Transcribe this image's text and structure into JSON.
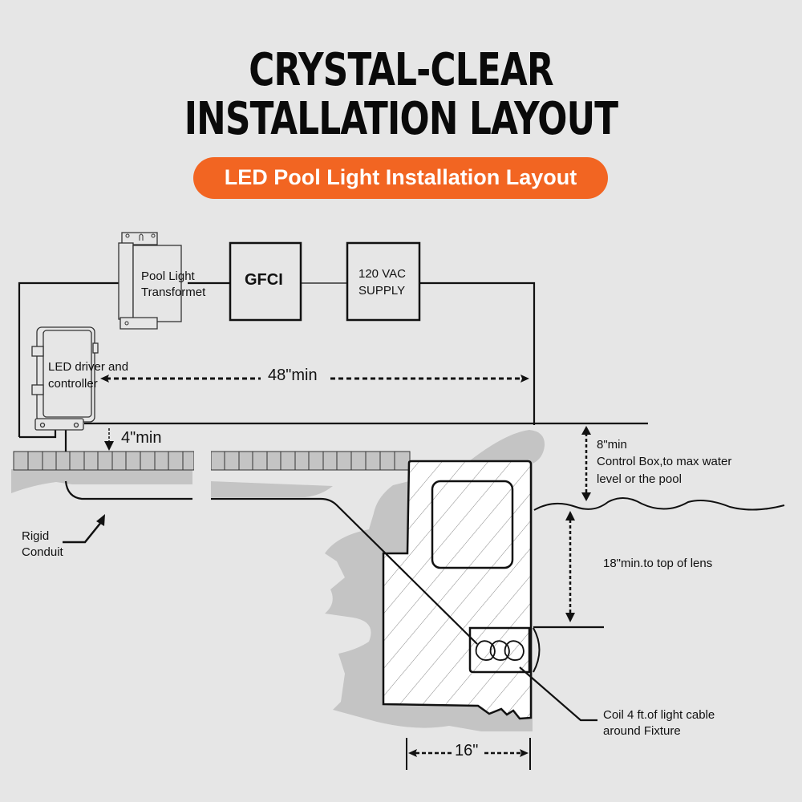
{
  "header": {
    "title_line1": "CRYSTAL-CLEAR",
    "title_line2": "INSTALLATION LAYOUT",
    "subtitle_pill": "LED Pool Light Installation Layout"
  },
  "colors": {
    "background": "#e6e6e6",
    "accent_orange": "#f26522",
    "soil_gray": "#c4c4c4",
    "line": "#111111"
  },
  "components": {
    "transformer": {
      "line1": "Pool Light",
      "line2": "Transformet"
    },
    "gfci": {
      "label": "GFCI"
    },
    "supply": {
      "line1": "120 VAC",
      "line2": "SUPPLY"
    },
    "driver": {
      "line1": "LED driver and",
      "line2": "controller"
    }
  },
  "dimensions": {
    "horizontal_distance": "48\"min",
    "conduit_depth": "4\"min",
    "control_box_height": "8\"min",
    "control_box_note_line1": "Control Box,to max water",
    "control_box_note_line2": "level or the pool",
    "lens_depth": "18\"min.to top of lens",
    "niche_width": "16\""
  },
  "annotations": {
    "conduit_line1": "Rigid",
    "conduit_line2": "Conduit",
    "coil_line1": "Coil 4 ft.of light cable",
    "coil_line2": "around Fixture"
  }
}
